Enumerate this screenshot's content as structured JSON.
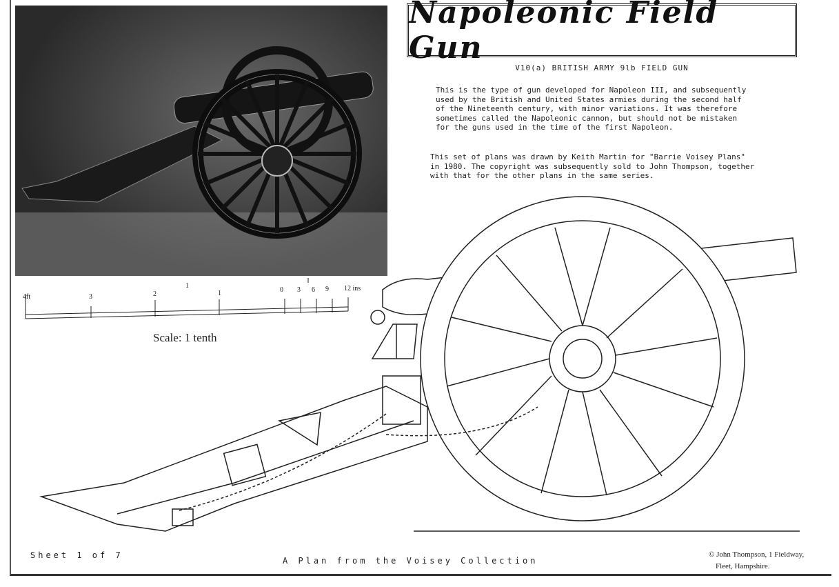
{
  "title": "Napoleonic Field Gun",
  "subtitle": "V10(a)  BRITISH ARMY 9lb FIELD GUN",
  "paragraphs": [
    "This is the type of gun developed for Napoleon III, and subsequently\nused by the British and United States armies during the second half\nof the Nineteenth century, with minor variations. It was therefore\nsometimes called the Napoleonic cannon, but should not be mistaken\nfor the guns used in the time of the first Napoleon.",
    "This set of plans was drawn by Keith Martin for \"Barrie Voisey Plans\"\nin 1980. The copyright was subsequently sold to John Thompson, together\nwith that for the other plans in the same series."
  ],
  "scale": {
    "label": "Scale:  1 tenth",
    "ticks": [
      "4ft",
      "3",
      "2",
      "1",
      "0",
      "3",
      "6",
      "9",
      "12 ins"
    ],
    "extra_mark": "1"
  },
  "footer": {
    "sheet": "Sheet 1 of 7",
    "collection": "A Plan from the Voisey Collection",
    "copyright_line1": "© John Thompson, 1 Fieldway,",
    "copyright_line2": "Fleet, Hampshire."
  }
}
